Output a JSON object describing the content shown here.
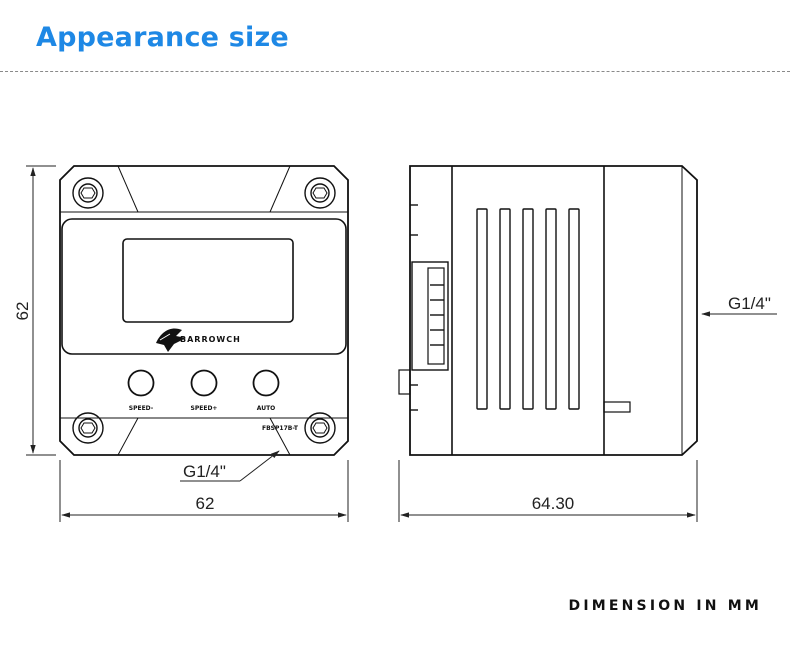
{
  "header": {
    "title": "Appearance size"
  },
  "front_view": {
    "brand": "BARROWCH",
    "buttons": [
      "SPEED-",
      "SPEED+",
      "AUTO"
    ],
    "model": "FBSP17B-T",
    "height_label": "62",
    "width_label": "62",
    "port_label": "G1/4\""
  },
  "side_view": {
    "depth_label": "64.30",
    "port_label": "G1/4\""
  },
  "footer": {
    "units_note": "DIMENSION IN MM"
  }
}
